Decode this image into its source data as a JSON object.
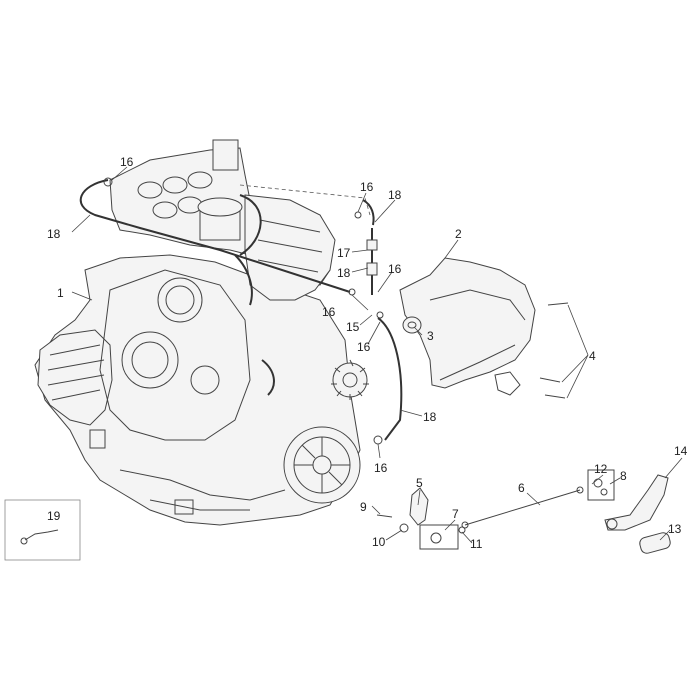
{
  "diagram": {
    "title": "",
    "inset_label": "19",
    "callouts": [
      {
        "id": "c16a",
        "text": "16"
      },
      {
        "id": "c18a",
        "text": "18"
      },
      {
        "id": "c1",
        "text": "1"
      },
      {
        "id": "c16b",
        "text": "16"
      },
      {
        "id": "c18b",
        "text": "18"
      },
      {
        "id": "c17",
        "text": "17"
      },
      {
        "id": "c18c",
        "text": "18"
      },
      {
        "id": "c16c",
        "text": "16"
      },
      {
        "id": "c16d",
        "text": "16"
      },
      {
        "id": "c15",
        "text": "15"
      },
      {
        "id": "c16e",
        "text": "16"
      },
      {
        "id": "c2",
        "text": "2"
      },
      {
        "id": "c3",
        "text": "3"
      },
      {
        "id": "c4",
        "text": "4"
      },
      {
        "id": "c18d",
        "text": "18"
      },
      {
        "id": "c16f",
        "text": "16"
      },
      {
        "id": "c5",
        "text": "5"
      },
      {
        "id": "c9",
        "text": "9"
      },
      {
        "id": "c10",
        "text": "10"
      },
      {
        "id": "c7",
        "text": "7"
      },
      {
        "id": "c11",
        "text": "11"
      },
      {
        "id": "c6",
        "text": "6"
      },
      {
        "id": "c12",
        "text": "12"
      },
      {
        "id": "c8",
        "text": "8"
      },
      {
        "id": "c14",
        "text": "14"
      },
      {
        "id": "c13",
        "text": "13"
      },
      {
        "id": "c19",
        "text": "19"
      }
    ]
  }
}
